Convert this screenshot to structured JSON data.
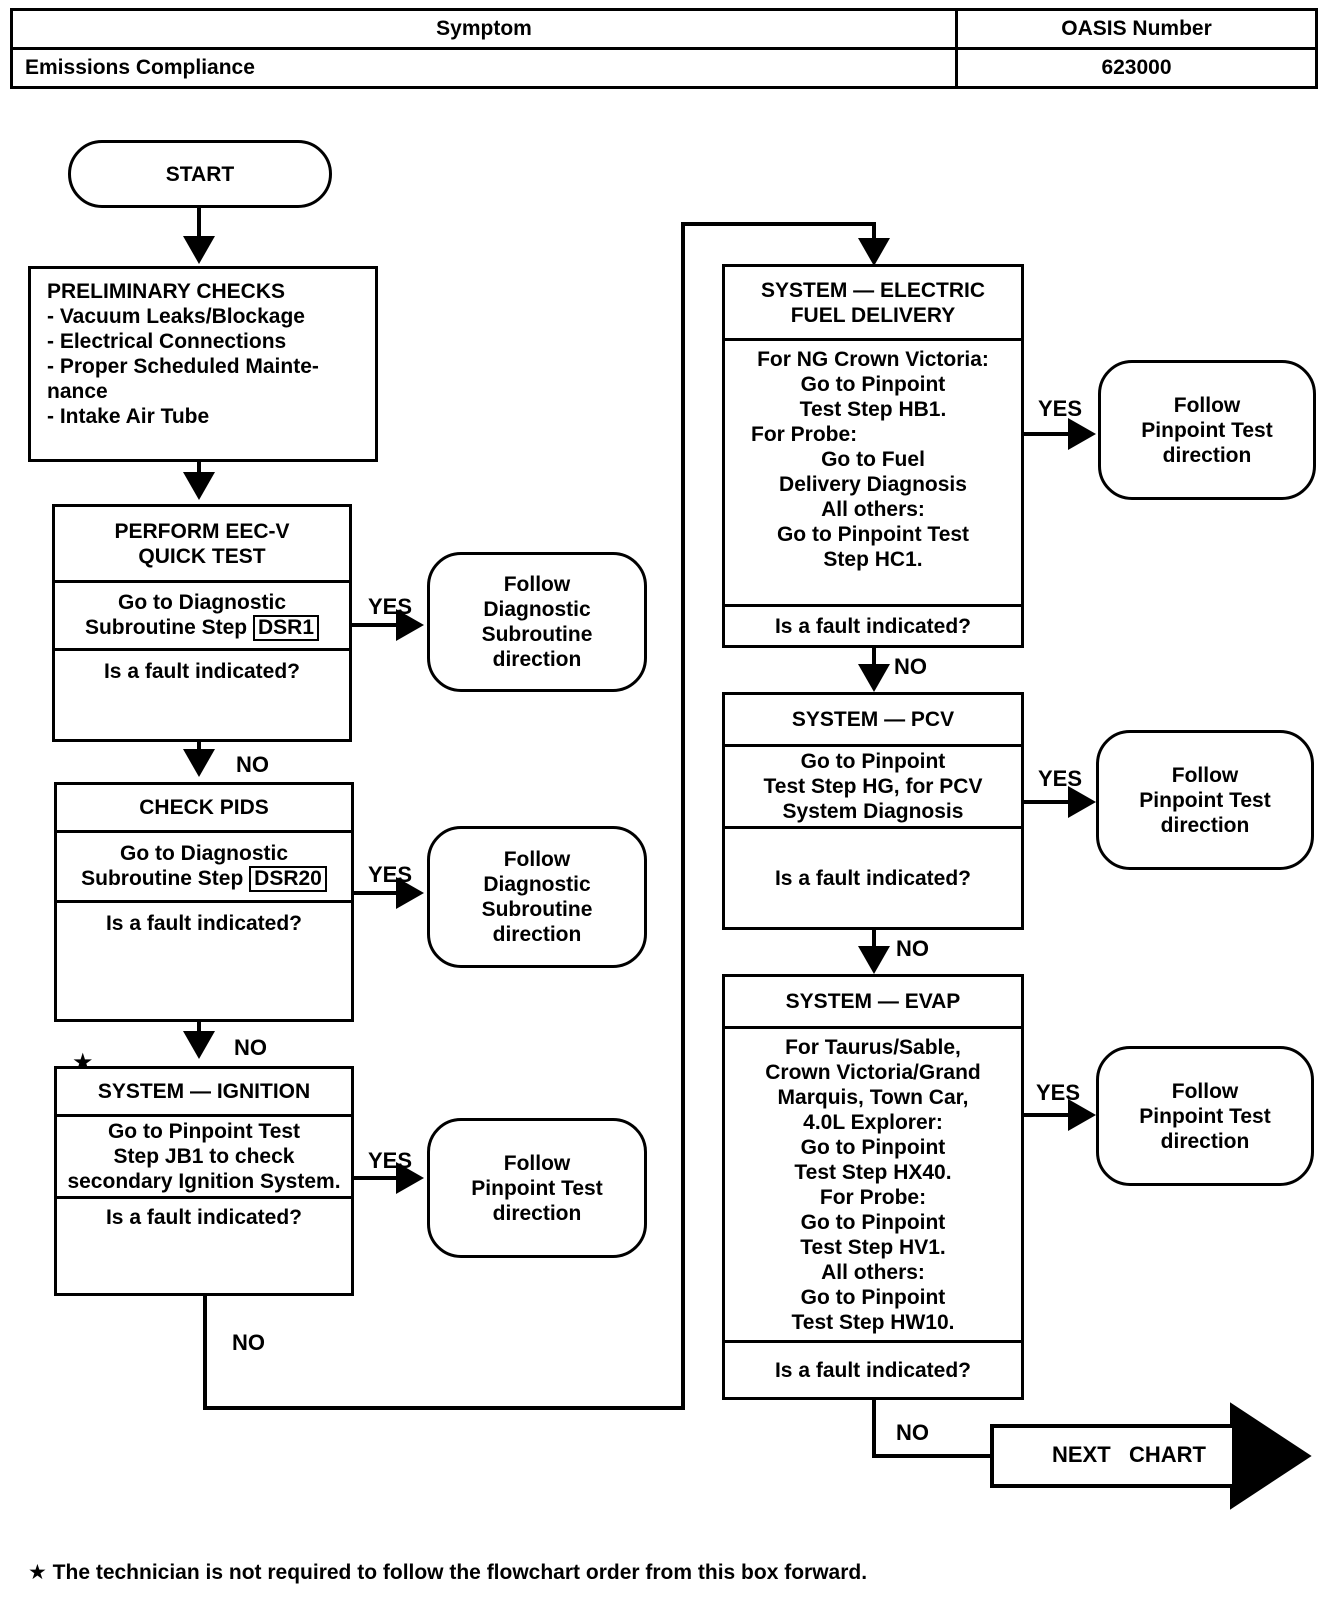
{
  "header": {
    "col1_label": "Symptom",
    "col2_label": "OASIS Number",
    "symptom": "Emissions Compliance",
    "oasis_number": "623000"
  },
  "start": "START",
  "preliminary": {
    "title": "PRELIMINARY CHECKS",
    "items": [
      "- Vacuum Leaks/Blockage",
      "- Electrical Connections",
      "- Proper Scheduled Mainte-",
      "nance",
      "- Intake Air Tube"
    ]
  },
  "quick_test": {
    "title_1": "PERFORM EEC-V",
    "title_2": "QUICK TEST",
    "body_1": "Go to Diagnostic",
    "body_2": "Subroutine Step",
    "tag": "DSR1",
    "question": "Is a fault indicated?",
    "outcome": [
      "Follow",
      "Diagnostic",
      "Subroutine",
      "direction"
    ]
  },
  "check_pids": {
    "title": "CHECK PIDS",
    "body_1": "Go to Diagnostic",
    "body_2": "Subroutine Step",
    "tag": "DSR20",
    "question": "Is a fault indicated?",
    "outcome": [
      "Follow",
      "Diagnostic",
      "Subroutine",
      "direction"
    ]
  },
  "ignition": {
    "star": "★",
    "title": "SYSTEM — IGNITION",
    "body": [
      "Go to  Pinpoint Test",
      "Step JB1 to check",
      "secondary Ignition System."
    ],
    "question": "Is a fault indicated?",
    "outcome": [
      "Follow",
      "Pinpoint Test",
      "direction"
    ]
  },
  "fuel": {
    "title_1": "SYSTEM — ELECTRIC",
    "title_2": "FUEL DELIVERY",
    "lines": [
      "For NG Crown Victoria:",
      "Go to Pinpoint",
      "Test Step HB1.",
      "For Probe:",
      "Go to Fuel",
      "Delivery Diagnosis",
      "All others:",
      "Go to Pinpoint Test",
      "Step HC1."
    ],
    "question": "Is a fault indicated?",
    "outcome": [
      "Follow",
      "Pinpoint Test",
      "direction"
    ]
  },
  "pcv": {
    "title": "SYSTEM — PCV",
    "body": [
      "Go to Pinpoint",
      "Test Step HG, for PCV",
      "System Diagnosis"
    ],
    "question": "Is a fault indicated?",
    "outcome": [
      "Follow",
      "Pinpoint Test",
      "direction"
    ]
  },
  "evap": {
    "title": "SYSTEM — EVAP",
    "lines": [
      "For Taurus/Sable,",
      "Crown Victoria/Grand",
      "Marquis, Town Car,",
      "4.0L Explorer:",
      "Go to Pinpoint",
      "Test Step HX40.",
      "For Probe:",
      "Go to Pinpoint",
      "Test Step HV1.",
      "All others:",
      "Go to Pinpoint",
      "Test Step HW10."
    ],
    "question": "Is a fault indicated?",
    "outcome": [
      "Follow",
      "Pinpoint Test",
      "direction"
    ]
  },
  "labels": {
    "yes": "YES",
    "no": "NO"
  },
  "next_chart": "NEXT   CHART",
  "footnote": "★ The technician is not required to follow the flowchart order from this box forward."
}
